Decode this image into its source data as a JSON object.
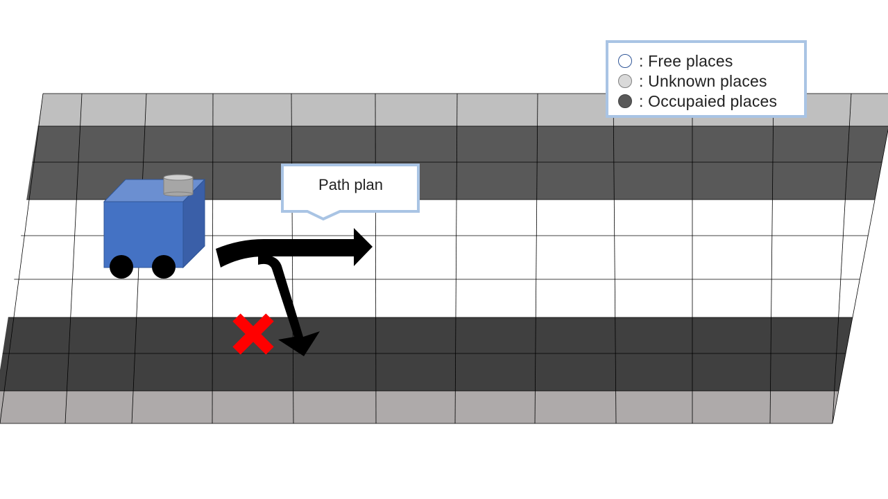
{
  "legend": {
    "items": [
      {
        "label": ": Free places",
        "fill": "#ffffff",
        "stroke": "#2f5597"
      },
      {
        "label": ": Unknown places",
        "fill": "#d9d9d9",
        "stroke": "#7f7f7f"
      },
      {
        "label": ": Occupaied places",
        "fill": "#595959",
        "stroke": "#404040"
      }
    ],
    "border_color": "#a9c4e4"
  },
  "callout": {
    "label": "Path plan",
    "border_color": "#a9c4e4"
  },
  "grid": {
    "row_colors": [
      "#bfbfbf",
      "#595959",
      "#595959",
      "#ffffff",
      "#ffffff",
      "#ffffff",
      "#404040",
      "#404040",
      "#aeaaaa"
    ],
    "line_color": "#000000"
  },
  "robot": {
    "body_color": "#4472c4",
    "sensor_color": "#a6a6a6",
    "wheel_color": "#000000"
  },
  "path": {
    "arrow_color": "#000000",
    "blocked_marker_color": "#ff0000"
  }
}
